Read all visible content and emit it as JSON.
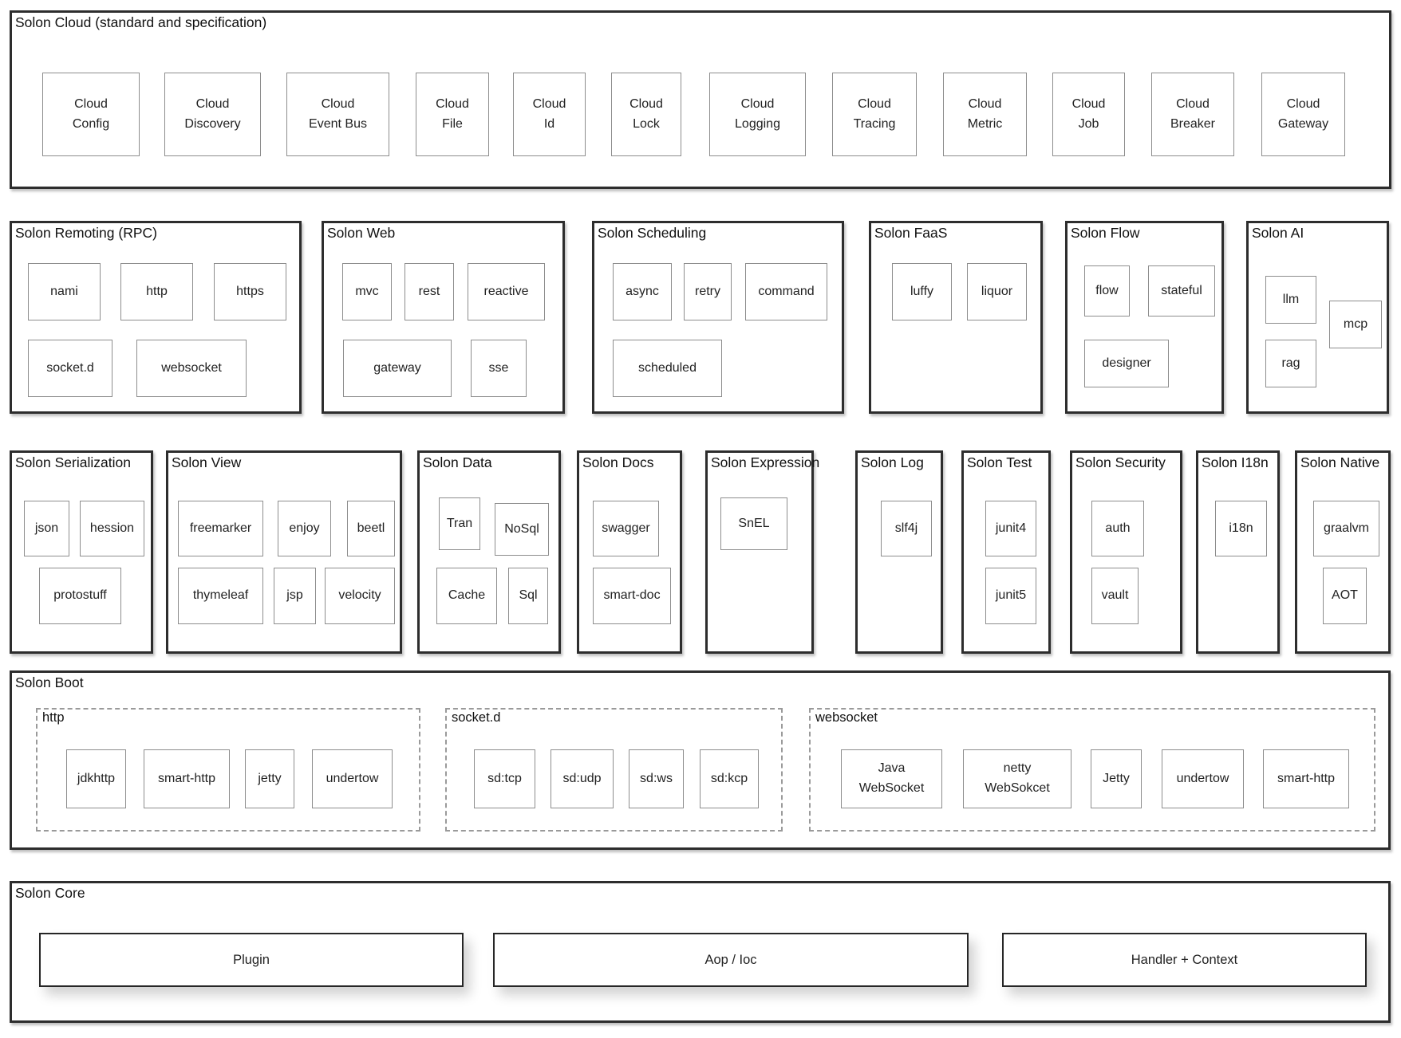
{
  "diagram": {
    "cloud": {
      "title": "Solon Cloud (standard and specification)",
      "items": [
        "Cloud\nConfig",
        "Cloud\nDiscovery",
        "Cloud\nEvent Bus",
        "Cloud\nFile",
        "Cloud\nId",
        "Cloud\nLock",
        "Cloud\nLogging",
        "Cloud\nTracing",
        "Cloud\nMetric",
        "Cloud\nJob",
        "Cloud\nBreaker",
        "Cloud\nGateway"
      ]
    },
    "remoting": {
      "title": "Solon Remoting (RPC)",
      "items": [
        "nami",
        "http",
        "https",
        "socket.d",
        "websocket"
      ]
    },
    "web": {
      "title": "Solon Web",
      "items": [
        "mvc",
        "rest",
        "reactive",
        "gateway",
        "sse"
      ]
    },
    "scheduling": {
      "title": "Solon Scheduling",
      "items": [
        "async",
        "retry",
        "command",
        "scheduled"
      ]
    },
    "faas": {
      "title": "Solon FaaS",
      "items": [
        "luffy",
        "liquor"
      ]
    },
    "flow": {
      "title": "Solon Flow",
      "items": [
        "flow",
        "stateful",
        "designer"
      ]
    },
    "ai": {
      "title": "Solon AI",
      "items": [
        "llm",
        "mcp",
        "rag"
      ]
    },
    "serialization": {
      "title": "Solon Serialization",
      "items": [
        "json",
        "hession",
        "protostuff"
      ]
    },
    "view": {
      "title": "Solon View",
      "items": [
        "freemarker",
        "enjoy",
        "beetl",
        "thymeleaf",
        "jsp",
        "velocity"
      ]
    },
    "data": {
      "title": "Solon Data",
      "items": [
        "Tran",
        "NoSql",
        "Cache",
        "Sql"
      ]
    },
    "docs": {
      "title": "Solon Docs",
      "items": [
        "swagger",
        "smart-doc"
      ]
    },
    "expression": {
      "title": "Solon Expression",
      "items": [
        "SnEL"
      ]
    },
    "log": {
      "title": "Solon Log",
      "items": [
        "slf4j"
      ]
    },
    "test": {
      "title": "Solon Test",
      "items": [
        "junit4",
        "junit5"
      ]
    },
    "security": {
      "title": "Solon Security",
      "items": [
        "auth",
        "vault"
      ]
    },
    "i18n": {
      "title": "Solon I18n",
      "items": [
        "i18n"
      ]
    },
    "native": {
      "title": "Solon Native",
      "items": [
        "graalvm",
        "AOT"
      ]
    },
    "boot": {
      "title": "Solon Boot",
      "groups": [
        {
          "title": "http",
          "items": [
            "jdkhttp",
            "smart-http",
            "jetty",
            "undertow"
          ]
        },
        {
          "title": "socket.d",
          "items": [
            "sd:tcp",
            "sd:udp",
            "sd:ws",
            "sd:kcp"
          ]
        },
        {
          "title": "websocket",
          "items": [
            "Java\nWebSocket",
            "netty\nWebSokcet",
            "Jetty",
            "undertow",
            "smart-http"
          ]
        }
      ]
    },
    "core": {
      "title": "Solon Core",
      "items": [
        "Plugin",
        "Aop / Ioc",
        "Handler + Context"
      ]
    }
  }
}
